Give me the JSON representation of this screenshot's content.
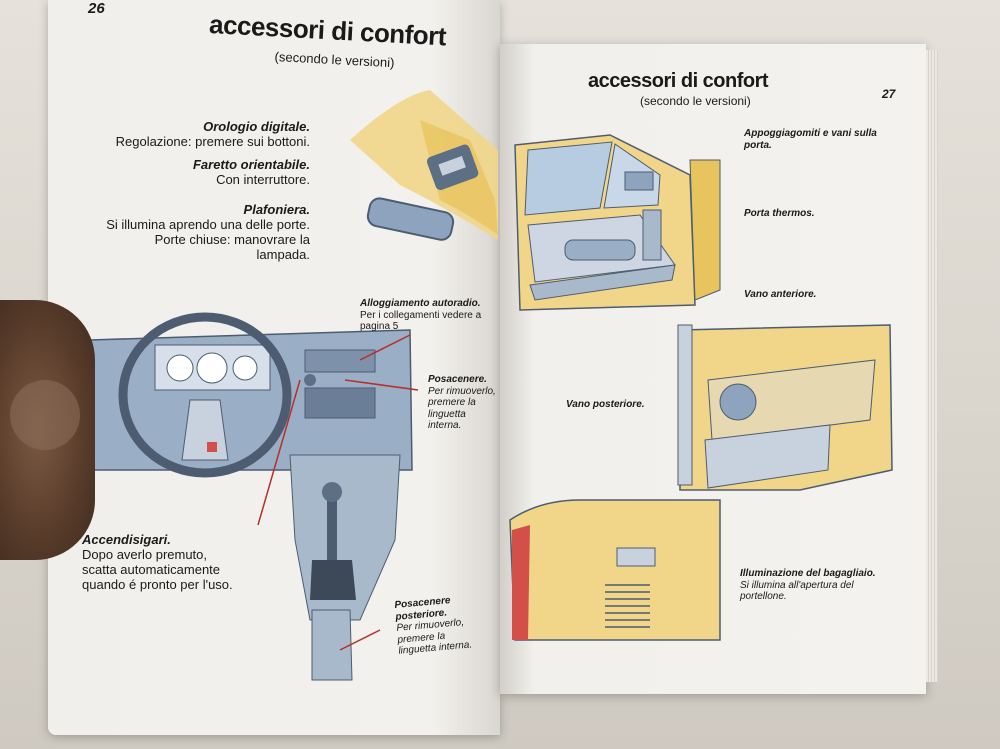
{
  "left_page": {
    "page_number": "26",
    "title": "accessori di confort",
    "subtitle": "(secondo le versioni)",
    "clock": {
      "heading": "Orologio digitale.",
      "text": "Regolazione: premere sui bottoni."
    },
    "spotlight": {
      "heading": "Faretto orientabile.",
      "text": "Con interruttore."
    },
    "ceiling_light": {
      "heading": "Plafoniera.",
      "lines": [
        "Si illumina aprendo una delle porte.",
        "Porte chiuse: manovrare la",
        "lampada."
      ]
    },
    "radio": {
      "heading": "Alloggiamento autoradio.",
      "text": "Per i collegamenti vedere a pagina 5"
    },
    "ashtray": {
      "heading": "Posacenere.",
      "lines": [
        "Per rimuoverlo,",
        "premere la linguetta",
        "interna."
      ]
    },
    "lighter": {
      "heading": "Accendisigari.",
      "lines": [
        "Dopo averlo premuto,",
        "scatta automaticamente",
        "quando é pronto per l'uso."
      ]
    },
    "rear_ashtray": {
      "heading": "Posacenere posteriore.",
      "lines": [
        "Per rimuoverlo, premere la",
        "linguetta interna."
      ]
    }
  },
  "right_page": {
    "page_number": "27",
    "title": "accessori di confort",
    "subtitle": "(secondo le versioni)",
    "armrests": {
      "lines": [
        "Appoggiagomiti e vani sulla",
        "porta."
      ]
    },
    "thermos": "Porta thermos.",
    "front_bin": "Vano anteriore.",
    "rear_bin": "Vano posteriore.",
    "boot_light": {
      "heading": "Illuminazione del bagagliaio.",
      "lines": [
        "Si illumina all'apertura del",
        "portellone."
      ]
    }
  },
  "colors": {
    "paper": "#f3f1ed",
    "ink": "#1a1a1a",
    "illustration_yellow": "#f1d68a",
    "illustration_blue": "#8ea3bd",
    "leader_red": "#b5302a"
  }
}
